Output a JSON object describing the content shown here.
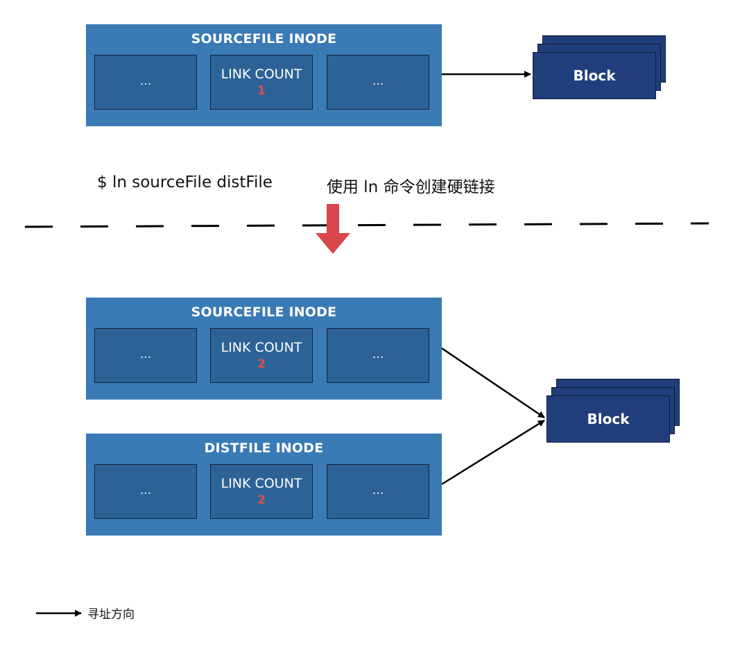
{
  "top": {
    "inode": {
      "title": "SOURCEFILE INODE",
      "cell_left": "...",
      "link_count_label": "LINK COUNT",
      "link_count_value": "1",
      "cell_right": "..."
    },
    "block": {
      "label": "Block"
    }
  },
  "command": {
    "text": "$ ln sourceFile distFile",
    "caption": "使用 ln 命令创建硬链接"
  },
  "bottom": {
    "source_inode": {
      "title": "SOURCEFILE INODE",
      "cell_left": "...",
      "link_count_label": "LINK COUNT",
      "link_count_value": "2",
      "cell_right": "..."
    },
    "dist_inode": {
      "title": "DISTFILE INODE",
      "cell_left": "...",
      "link_count_label": "LINK COUNT",
      "link_count_value": "2",
      "cell_right": "..."
    },
    "block": {
      "label": "Block"
    }
  },
  "legend": {
    "label": "寻址方向"
  },
  "colors": {
    "inode_bg": "#3a7ab5",
    "cell_bg": "#2d6296",
    "block_bg": "#213e7c",
    "accent_red": "#e05050",
    "arrow_red": "#d9464b"
  }
}
